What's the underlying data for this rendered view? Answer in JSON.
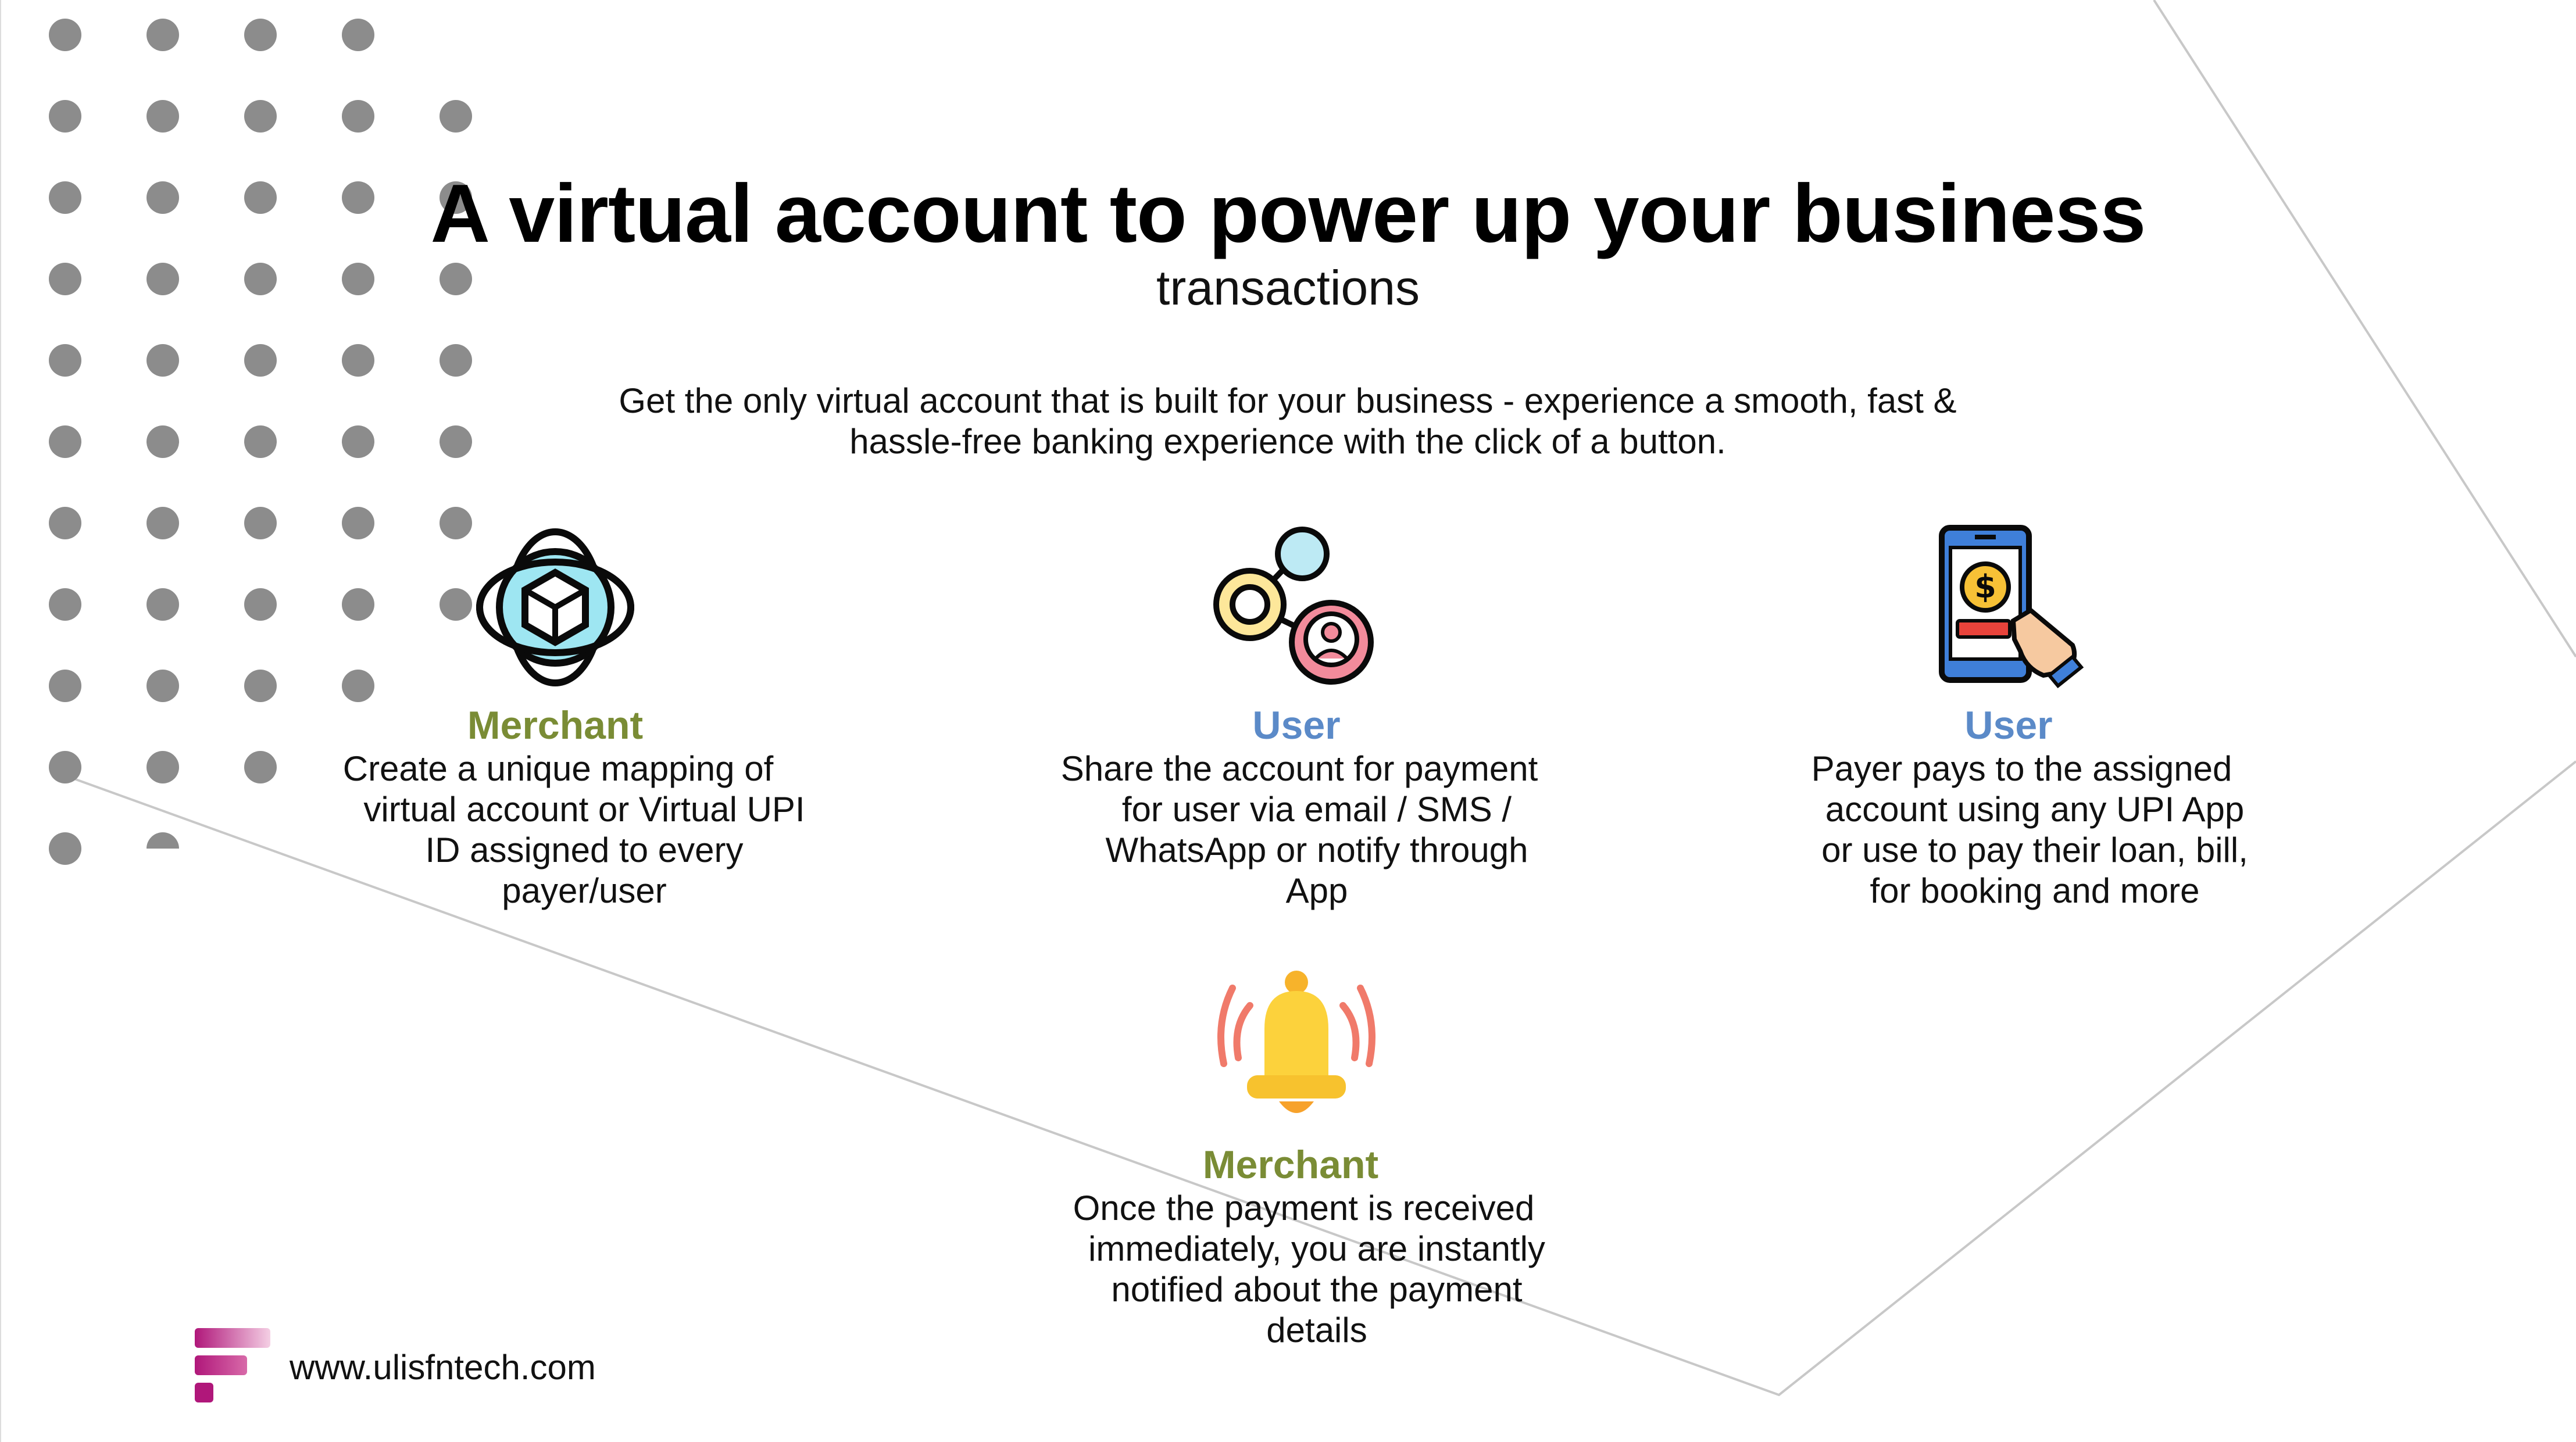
{
  "header": {
    "title": "A virtual account to power up your business",
    "subtitle": "transactions"
  },
  "intro": {
    "line1": "Get the only virtual account that is built for your business - experience a smooth, fast &",
    "line2": "hassle-free banking experience with the click of a button."
  },
  "steps": [
    {
      "role": "Merchant",
      "lines": [
        "Create a unique mapping of",
        "virtual account or Virtual UPI",
        "ID assigned to every",
        "payer/user"
      ],
      "icon": "virtual-globe-icon"
    },
    {
      "role": "User",
      "lines": [
        "Share the account for payment",
        "for user via email / SMS /",
        "WhatsApp or notify through",
        "App"
      ],
      "icon": "share-network-icon"
    },
    {
      "role": "User",
      "lines": [
        "Payer pays to the assigned",
        "account using any UPI App",
        "or use to pay their loan, bill,",
        "for booking and more"
      ],
      "icon": "mobile-payment-icon"
    },
    {
      "role": "Merchant",
      "lines": [
        "Once the payment is received",
        "immediately, you are instantly",
        "notified about the payment",
        "details"
      ],
      "icon": "notification-bell-icon"
    }
  ],
  "footer": {
    "website": "www.ulisfntech.com",
    "logo_icon": "ulis-f-logo-icon"
  },
  "colors": {
    "merchant": "#7a8c35",
    "user": "#5b8ac8",
    "dots": "#8c8c8c",
    "logo": "#b0177a"
  }
}
